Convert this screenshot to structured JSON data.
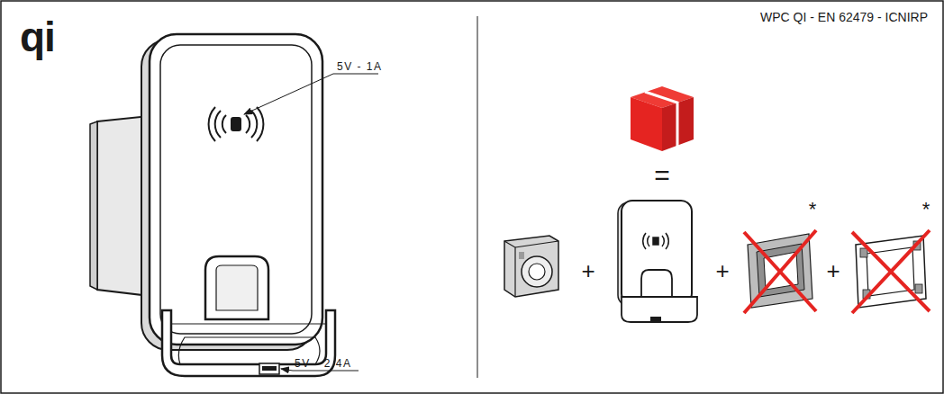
{
  "diagram": {
    "labels": [
      "qi",
      "5V - 1A",
      "5V - 2.4A",
      "WPC QI - EN 62479 - ICNIRP",
      "=",
      "+",
      "+",
      "+",
      "*",
      "*"
    ]
  }
}
